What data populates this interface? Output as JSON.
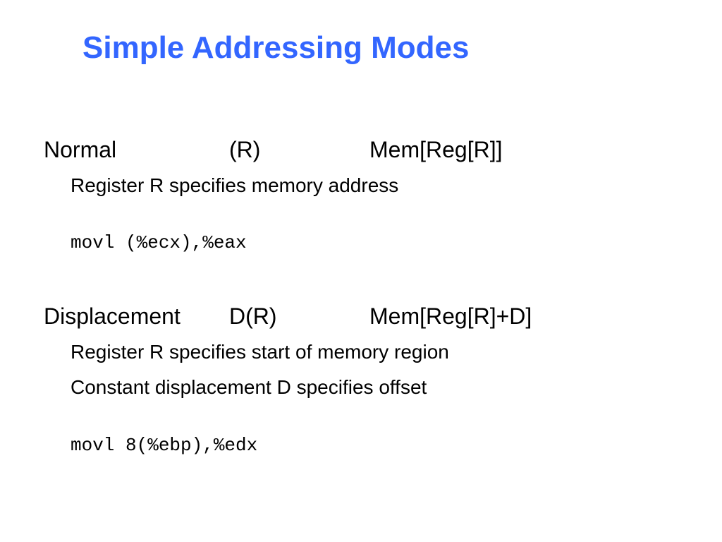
{
  "slide": {
    "title": "Simple Addressing Modes",
    "title_color": "#3366ff",
    "modes": [
      {
        "name": "Normal",
        "syntax": "(R)",
        "semantics": "Mem[Reg[R]]",
        "descriptions": [
          "Register R specifies memory address"
        ],
        "example": "movl (%ecx),%eax"
      },
      {
        "name": "Displacement",
        "syntax": "D(R)",
        "semantics": "Mem[Reg[R]+D]",
        "descriptions": [
          "Register R specifies start of memory region",
          "Constant displacement D specifies offset"
        ],
        "example": "movl 8(%ebp),%edx"
      }
    ]
  }
}
